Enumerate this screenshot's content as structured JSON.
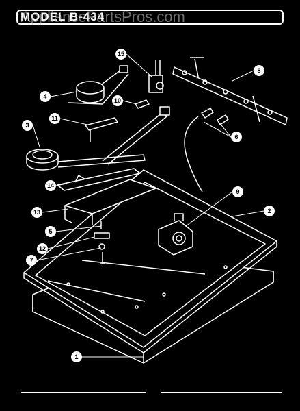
{
  "header": {
    "model_label": "MODEL",
    "model_number": "B-434",
    "watermark": "AppliancePartsPros.com"
  },
  "callouts": {
    "c1": "1",
    "c2": "2",
    "c3": "3",
    "c4": "4",
    "c5": "5",
    "c6": "6",
    "c7": "7",
    "c8": "8",
    "c9": "9",
    "c10": "10",
    "c11": "11",
    "c12": "12",
    "c13": "13",
    "c14": "14",
    "c15": "15"
  },
  "colors": {
    "background": "#000000",
    "ink": "#ffffff"
  }
}
